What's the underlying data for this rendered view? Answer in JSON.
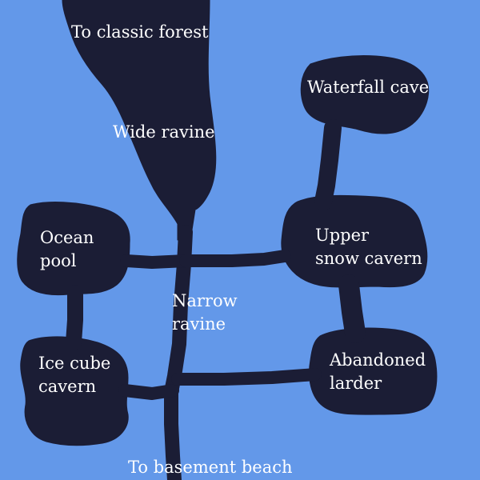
{
  "map": {
    "background_color": "#6398e9",
    "terrain_color": "#1b1d35",
    "label_color": "#ffffff",
    "locations": {
      "classic_forest": "To classic forest",
      "wide_ravine": "Wide ravine",
      "waterfall_cave": "Waterfall cave",
      "ocean_pool_line1": "Ocean",
      "ocean_pool_line2": "pool",
      "upper_snow_line1": "Upper",
      "upper_snow_line2": "snow cavern",
      "narrow_ravine_line1": "Narrow",
      "narrow_ravine_line2": "ravine",
      "ice_cube_line1": "Ice cube",
      "ice_cube_line2": "cavern",
      "larder_line1": "Abandoned",
      "larder_line2": "larder",
      "basement_beach": "To basement beach"
    }
  }
}
